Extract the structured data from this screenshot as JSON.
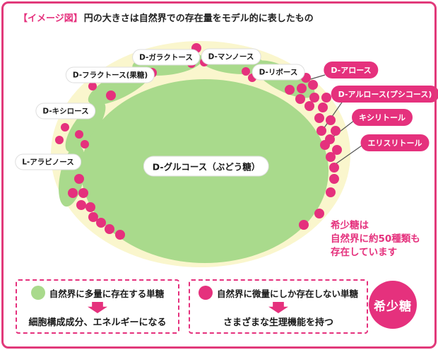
{
  "title": {
    "tag": "【イメージ図】",
    "text": "円の大きさは自然界での存在量をモデル的に表したもの"
  },
  "colors": {
    "frame_pink": "#E13A7A",
    "accent_pink": "#E5317D",
    "green": "#A9DA8C",
    "cream": "#FAF6CD",
    "leader_line": "#555555"
  },
  "diagram": {
    "glucose_label": "D-グルコース（ぶどう糖）",
    "abundant_labels": {
      "fructose": "D-フラクトース(果糖)",
      "galactose": "D-ガラクトース",
      "mannose": "D-マンノース",
      "ribose": "D-リボース",
      "xylose": "D-キシロース",
      "arabinose": "L-アラビノース"
    },
    "rare_labels": {
      "allose": "D-アロース",
      "allulose": "D-アルロース(プシコース)",
      "xylitol": "キシリトール",
      "erythritol": "エリスリトール"
    },
    "note_lines": {
      "0": "希少糖は",
      "1": "自然界に約50種類も",
      "2": "存在しています"
    },
    "geometry": {
      "outer_ellipse": [
        284,
        218,
        212,
        160
      ],
      "main_ellipse": [
        290,
        242,
        175,
        130
      ],
      "blobs": [
        [
          170,
          121,
          50,
          17,
          -27
        ],
        [
          237,
          89,
          50,
          17,
          -7
        ],
        [
          329,
          88,
          47,
          16,
          7
        ],
        [
          402,
          112,
          48,
          17,
          27
        ],
        [
          121,
          179,
          43,
          16,
          -54
        ],
        [
          102,
          249,
          44,
          17,
          -78
        ]
      ],
      "dots": [
        [
          278,
          68,
          7
        ],
        [
          271,
          90,
          6
        ],
        [
          289,
          88,
          6
        ],
        [
          215,
          103,
          7
        ],
        [
          348,
          101,
          6
        ],
        [
          357,
          110,
          6
        ],
        [
          157,
          135,
          7
        ],
        [
          131,
          122,
          6
        ],
        [
          92,
          180,
          6
        ],
        [
          84,
          198,
          6
        ],
        [
          112,
          190,
          6
        ],
        [
          120,
          204,
          6
        ],
        [
          112,
          253,
          7
        ],
        [
          103,
          273,
          7
        ],
        [
          118,
          273,
          7
        ],
        [
          115,
          290,
          7
        ],
        [
          128,
          293,
          7
        ],
        [
          132,
          307,
          7
        ],
        [
          143,
          315,
          7
        ],
        [
          155,
          324,
          7
        ],
        [
          170,
          332,
          7
        ],
        [
          430,
          318,
          7
        ],
        [
          452,
          302,
          7
        ],
        [
          468,
          272,
          7
        ],
        [
          473,
          253,
          7
        ],
        [
          433,
          110,
          7
        ],
        [
          410,
          127,
          7
        ],
        [
          427,
          125,
          7
        ],
        [
          443,
          120,
          7
        ],
        [
          425,
          140,
          7
        ],
        [
          445,
          138,
          7
        ],
        [
          462,
          138,
          7
        ],
        [
          438,
          150,
          7
        ],
        [
          457,
          152,
          7
        ],
        [
          452,
          167,
          7
        ],
        [
          468,
          170,
          7
        ],
        [
          455,
          185,
          7
        ],
        [
          475,
          185,
          7
        ],
        [
          467,
          197,
          7
        ],
        [
          460,
          205,
          7
        ],
        [
          477,
          212,
          7
        ],
        [
          468,
          222,
          7
        ],
        [
          473,
          237,
          7
        ]
      ],
      "leader_lines": [
        [
          460,
          106,
          436,
          113
        ],
        [
          488,
          139,
          458,
          182
        ],
        [
          502,
          170,
          463,
          200
        ],
        [
          512,
          206,
          472,
          234
        ]
      ]
    }
  },
  "legend": {
    "abundant": {
      "line1": "自然界に多量に存在する単糖",
      "line2": "細胞構成成分、エネルギーになる"
    },
    "rare": {
      "line1": "自然界に微量にしか存在しない単糖",
      "line2": "さまざまな生理機能を持つ"
    },
    "badge": "希少糖"
  }
}
